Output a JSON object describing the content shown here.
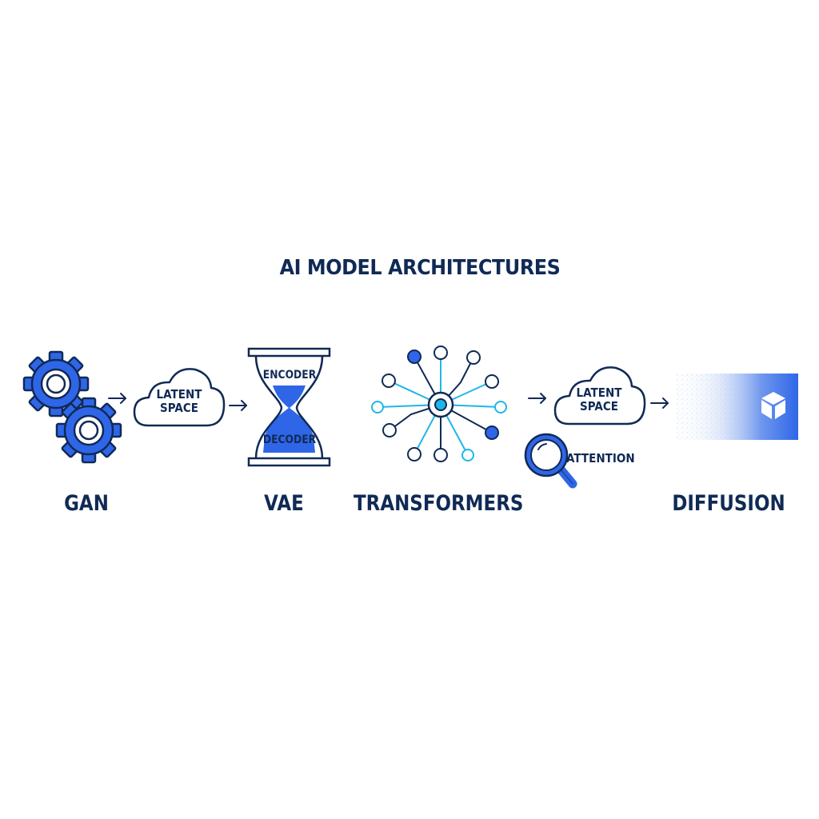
{
  "title": "AI MODEL ARCHITECTURES",
  "clouds": [
    {
      "line1": "LATENT",
      "line2": "SPACE"
    },
    {
      "line1": "LATENT",
      "line2": "SPACE"
    }
  ],
  "hourglass": {
    "top_label": "ENCODER",
    "bottom_label": "DECODER"
  },
  "attention_label": "ATTENTION",
  "labels": {
    "gan": "GAN",
    "vae": "VAE",
    "transformers": "TRANSFORMERS",
    "diffusion": "DIFFUSION"
  },
  "colors": {
    "navy": "#102a55",
    "blue": "#2f66e8",
    "cyan": "#1fb6e8"
  }
}
